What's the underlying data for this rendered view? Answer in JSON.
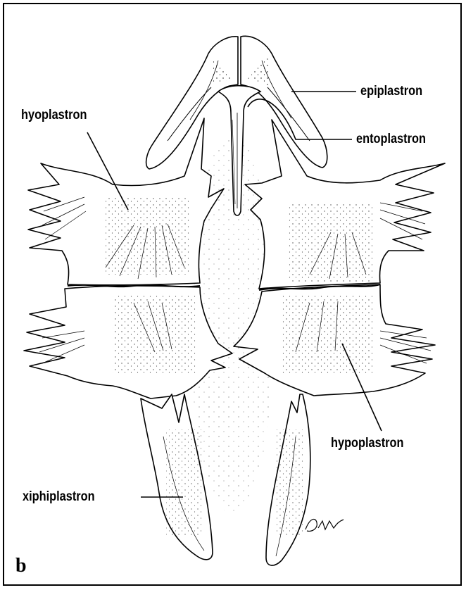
{
  "figure": {
    "panel_letter": "b",
    "labels": {
      "epiplastron": "epiplastron",
      "entoplastron": "entoplastron",
      "hyoplastron": "hyoplastron",
      "hypoplastron": "hypoplastron",
      "xiphiplastron": "xiphiplastron"
    },
    "signature": "DW",
    "ink_color": "#000000",
    "paper_color": "#ffffff"
  }
}
